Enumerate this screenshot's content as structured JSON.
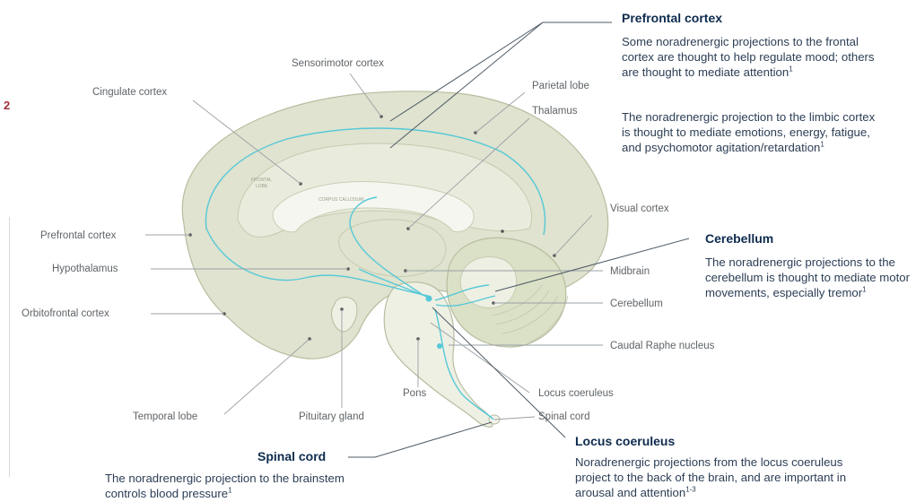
{
  "edge_mark": "2",
  "labels": {
    "sensorimotor": "Sensorimotor cortex",
    "cingulate": "Cingulate cortex",
    "parietal": "Parietal lobe",
    "thalamus": "Thalamus",
    "visual": "Visual cortex",
    "prefrontal": "Prefrontal cortex",
    "hypothalamus": "Hypothalamus",
    "orbitofrontal": "Orbitofrontal cortex",
    "midbrain": "Midbrain",
    "cerebellum": "Cerebellum",
    "caudal_raphe": "Caudal Raphe nucleus",
    "locus_coeruleus": "Locus coeruleus",
    "spinal_cord": "Spinal cord",
    "pons": "Pons",
    "temporal": "Temporal lobe",
    "pituitary": "Pituitary gland",
    "frontal_lobe_line1": "FRONTAL",
    "frontal_lobe_line2": "LOBE",
    "corpus_callosum": "CORPUS CALLOSUM"
  },
  "annotations": {
    "prefrontal": {
      "title": "Prefrontal cortex",
      "p1": "Some noradrenergic projections to the frontal cortex are thought to help regulate mood; others are thought to mediate attention",
      "p1_ref": "1",
      "p2": "The noradrenergic projection to the limbic cortex is thought to mediate emotions, energy, fatigue, and psychomotor agitation/retardation",
      "p2_ref": "1"
    },
    "cerebellum": {
      "title": "Cerebellum",
      "text": "The noradrenergic projections to the cerebellum is thought to mediate motor movements, especially tremor",
      "ref": "1"
    },
    "spinal": {
      "title": "Spinal cord",
      "text": "The noradrenergic projection to the brainstem controls blood pressure",
      "ref": "1"
    },
    "locus": {
      "title": "Locus coeruleus",
      "text": "Noradrenergic projections from the locus coeruleus project to the back of the brain, and are important in arousal and attention",
      "ref": "1-3"
    }
  },
  "colors": {
    "brain_outer": "#dfe3cf",
    "brain_inner": "#eaede0",
    "callosum": "#f4f5ee",
    "cerebellum_fill": "#dbe1c6",
    "stroke": "#b7bd9f",
    "projection": "#56c8d8",
    "leader": "#9aa0a4",
    "title": "#0d2b4e",
    "body": "#2c3e55",
    "edge_mark": "#a3303a"
  }
}
